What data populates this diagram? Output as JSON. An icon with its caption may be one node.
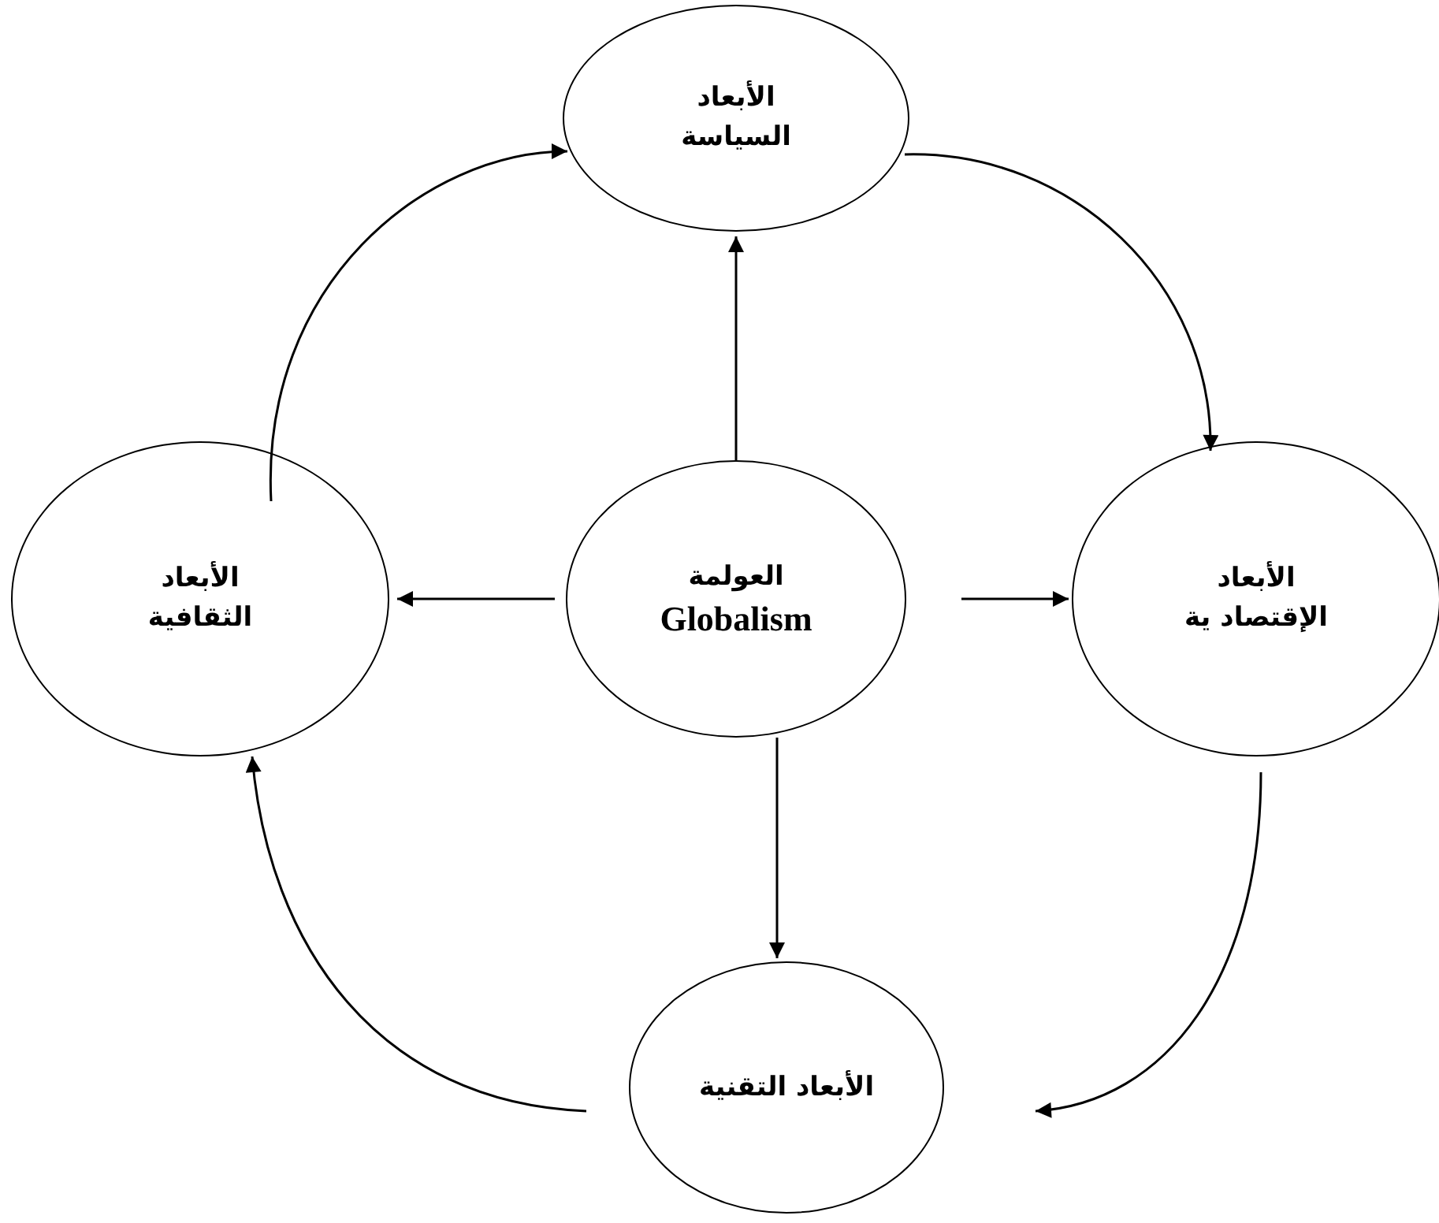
{
  "diagram": {
    "nodes": [
      {
        "text": [
          "الأبعاد السياسة"
        ]
      },
      {
        "text": [
          "الأبعاد الثقافية"
        ]
      },
      {
        "text": [
          "العولمة",
          "Globalism"
        ]
      },
      {
        "text": [
          "الأبعاد الإقتصاد ية"
        ]
      },
      {
        "text": [
          "الأبعاد التقنية"
        ]
      }
    ],
    "edges": [
      {
        "from": 2,
        "to": 0,
        "arrow": "to"
      },
      {
        "from": 2,
        "to": 1,
        "arrow": "to"
      },
      {
        "from": 2,
        "to": 3,
        "arrow": "to"
      },
      {
        "from": 2,
        "to": 4,
        "arrow": "to"
      },
      {
        "from": 0,
        "to": 3,
        "arrow": "to"
      },
      {
        "from": 3,
        "to": 4,
        "arrow": "to"
      },
      {
        "from": 4,
        "to": 1,
        "arrow": "to"
      },
      {
        "from": 1,
        "to": 0,
        "arrow": "to"
      }
    ]
  }
}
